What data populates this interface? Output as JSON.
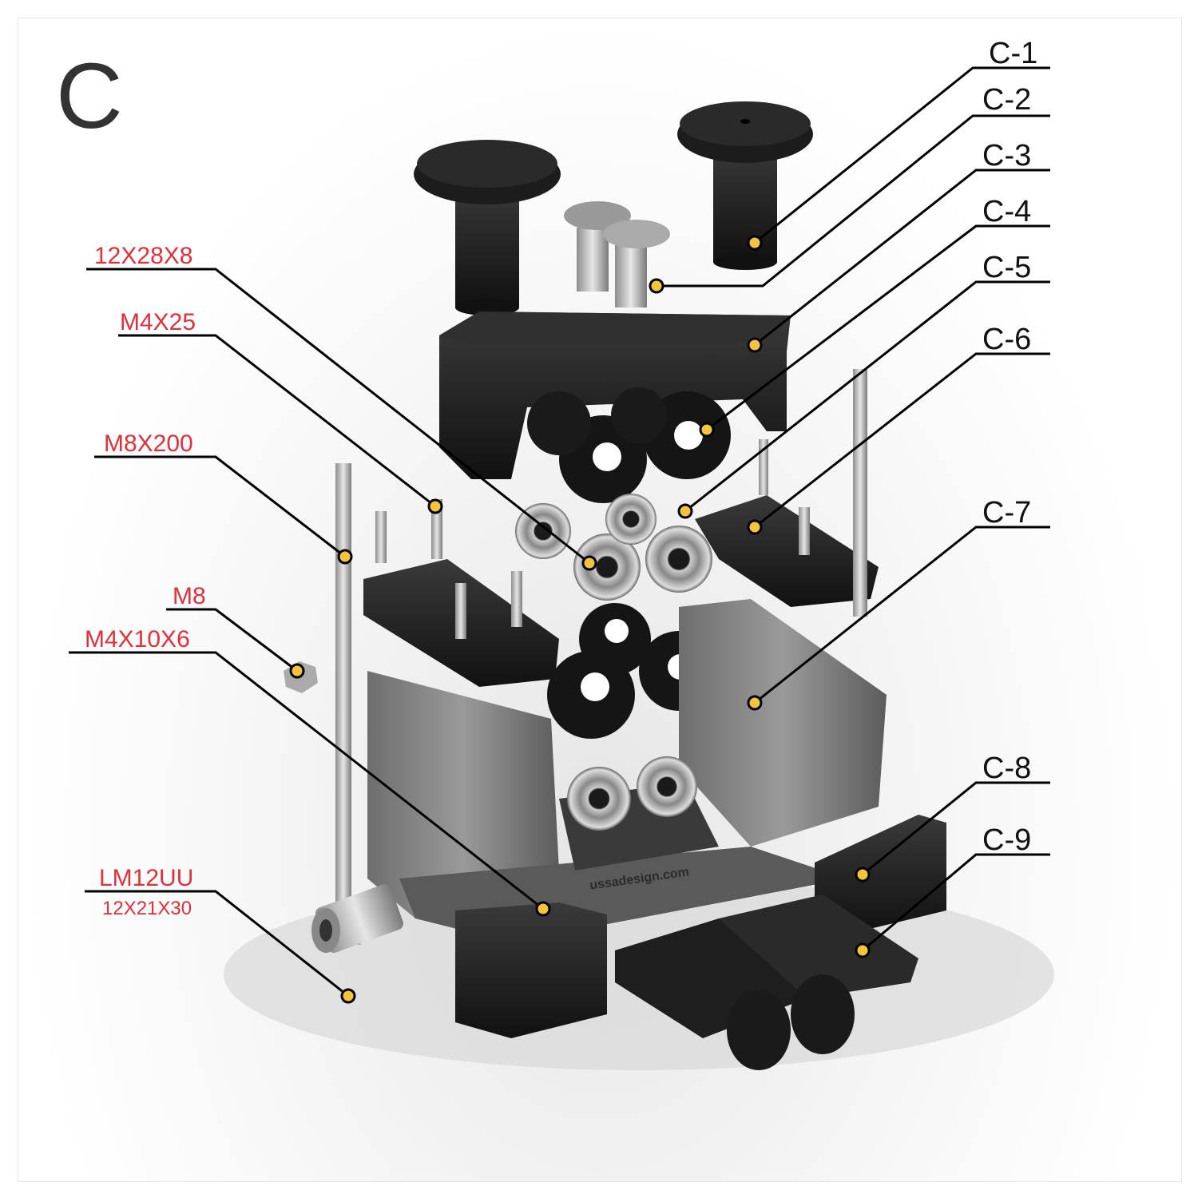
{
  "section_letter": "C",
  "brand_text": "ussadesign.com",
  "marker_color": "#f5c43a",
  "label_colors": {
    "part": "#111111",
    "hardware": "#e0303a"
  },
  "part_labels": [
    "C-1",
    "C-2",
    "C-3",
    "C-4",
    "C-5",
    "C-6",
    "C-7",
    "C-8",
    "C-9"
  ],
  "hardware_labels": {
    "bearing": "12X28X8",
    "screw": "M4X25",
    "threaded_rod": "M8X200",
    "nut": "M8",
    "insert": "M4X10X6",
    "linear_bearing": "LM12UU",
    "linear_bearing_size": "12X21X30"
  }
}
